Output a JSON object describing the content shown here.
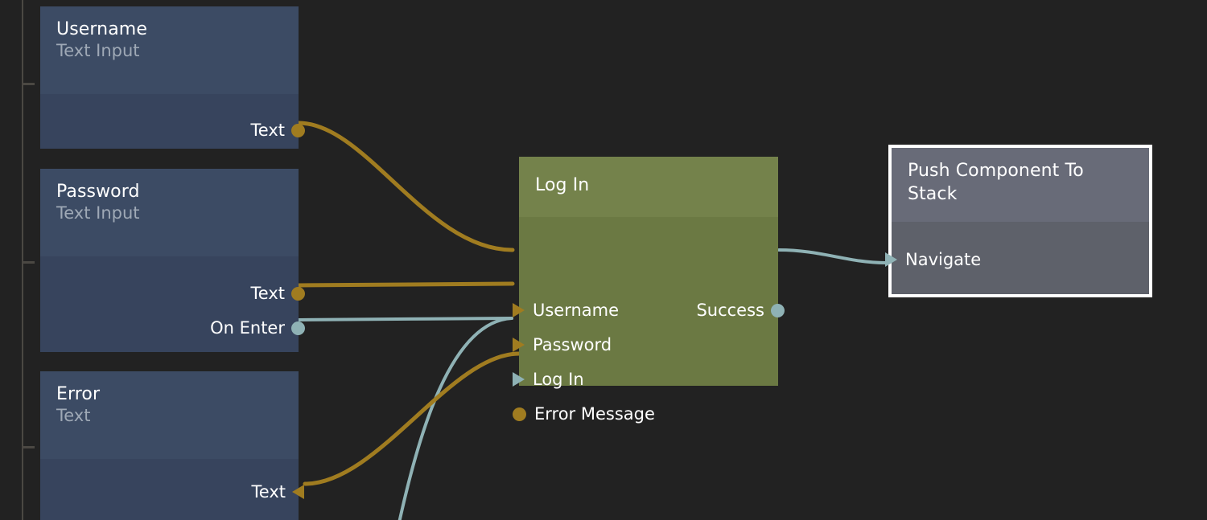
{
  "canvas": {
    "background": "#222222",
    "ruler": {
      "color": "#4b4843",
      "ticks": [
        103,
        325,
        555
      ]
    }
  },
  "palette": {
    "gold": "#a07c20",
    "teal": "#8fb2b5",
    "component_header": "#3c4b64",
    "component_body": "#37445d",
    "action_header": "#74824b",
    "action_body": "#6b7943",
    "selected_header": "#686b78",
    "selected_body": "#5e616a",
    "selection_border": "#ffffff"
  },
  "nodes": [
    {
      "id": "username",
      "title": "Username",
      "subtitle": "Text Input",
      "kind": "component",
      "selected": false,
      "outputs": [
        {
          "label": "Text",
          "type": "data",
          "color": "gold"
        }
      ],
      "inputs": []
    },
    {
      "id": "password",
      "title": "Password",
      "subtitle": "Text Input",
      "kind": "component",
      "selected": false,
      "outputs": [
        {
          "label": "Text",
          "type": "data",
          "color": "gold"
        },
        {
          "label": "On Enter",
          "type": "event",
          "color": "teal"
        }
      ],
      "inputs": []
    },
    {
      "id": "error",
      "title": "Error",
      "subtitle": "Text",
      "kind": "component",
      "selected": false,
      "outputs": [],
      "inputs": [
        {
          "label": "Text",
          "type": "data",
          "color": "gold",
          "side": "right"
        }
      ]
    },
    {
      "id": "login",
      "title": "Log In",
      "subtitle": "",
      "kind": "action",
      "selected": false,
      "inputs": [
        {
          "label": "Username",
          "type": "data",
          "color": "gold"
        },
        {
          "label": "Password",
          "type": "data",
          "color": "gold"
        },
        {
          "label": "Log In",
          "type": "event",
          "color": "teal"
        }
      ],
      "outputs": [
        {
          "label": "Error Message",
          "type": "data",
          "color": "gold",
          "side": "left"
        },
        {
          "label": "Success",
          "type": "event",
          "color": "teal",
          "side": "right"
        }
      ]
    },
    {
      "id": "push-component-to-stack",
      "title": "Push Component To Stack",
      "subtitle": "",
      "kind": "selected",
      "selected": true,
      "inputs": [
        {
          "label": "Navigate",
          "type": "event",
          "color": "teal"
        }
      ],
      "outputs": []
    }
  ],
  "labels": {
    "username_title": "Username",
    "username_subtitle": "Text Input",
    "username_out_text": "Text",
    "password_title": "Password",
    "password_subtitle": "Text Input",
    "password_out_text": "Text",
    "password_out_on_enter": "On Enter",
    "error_title": "Error",
    "error_subtitle": "Text",
    "error_in_text": "Text",
    "login_title": "Log In",
    "login_in_username": "Username",
    "login_in_password": "Password",
    "login_in_login": "Log In",
    "login_out_error_message": "Error Message",
    "login_out_success": "Success",
    "push_title": "Push Component To Stack",
    "push_in_navigate": "Navigate"
  },
  "edges": [
    {
      "from": "username.Text",
      "to": "login.Username",
      "color": "gold"
    },
    {
      "from": "password.Text",
      "to": "login.Password",
      "color": "gold"
    },
    {
      "from": "password.On Enter",
      "to": "login.Log In",
      "color": "teal"
    },
    {
      "from": "login.Error Message",
      "to": "error.Text",
      "color": "gold"
    },
    {
      "from": "login.Success",
      "to": "push-component-to-stack.Navigate",
      "color": "teal"
    },
    {
      "from": "offscreen-below",
      "to": "login.Log In",
      "color": "teal"
    }
  ]
}
